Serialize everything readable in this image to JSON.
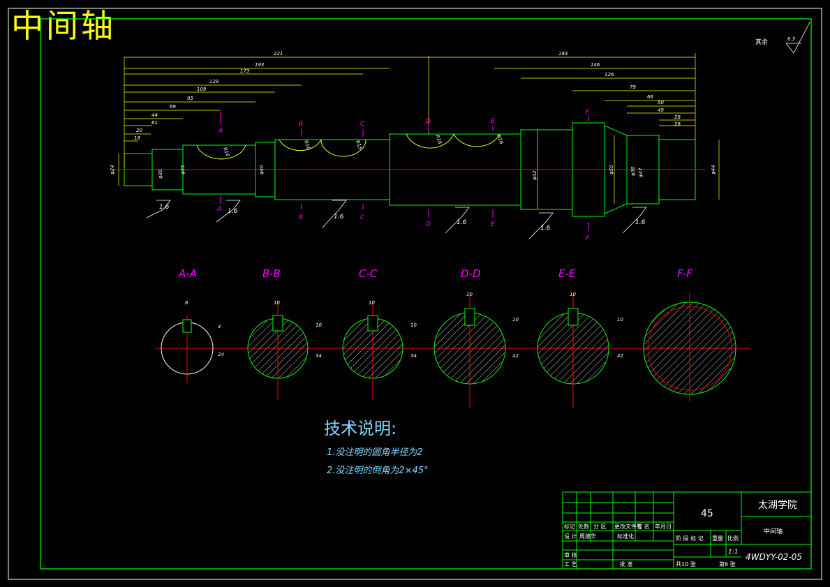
{
  "title": "中间轴",
  "surface_finish": {
    "label": "其余",
    "value": "6.3"
  },
  "dims_top": [
    "221",
    "193",
    "173",
    "129",
    "109",
    "95",
    "69",
    "44",
    "61",
    "20",
    "18"
  ],
  "dims_right": [
    "183",
    "146",
    "126",
    "79",
    "66",
    "50",
    "49",
    "28",
    "26"
  ],
  "diam_labels": [
    "φ24",
    "φ30",
    "φ35",
    "φ40",
    "φ42",
    "φ50",
    "φ47",
    "φ30",
    "φ44"
  ],
  "radius_labels": [
    "R16",
    "R16",
    "R15",
    "R16",
    "R16"
  ],
  "section_marks": [
    "A",
    "B",
    "C",
    "D",
    "E",
    "F"
  ],
  "roughness": [
    "1.6",
    "1.6",
    "1.6",
    "1.6",
    "1.6",
    "1.6"
  ],
  "sections": [
    {
      "label": "A-A",
      "key": "8",
      "depth": "4",
      "dia": "24"
    },
    {
      "label": "B-B",
      "key": "10",
      "depth": "10",
      "dia": "34"
    },
    {
      "label": "C-C",
      "key": "10",
      "depth": "10",
      "dia": "34"
    },
    {
      "label": "D-D",
      "key": "10",
      "depth": "10",
      "dia": "42"
    },
    {
      "label": "E-E",
      "key": "10",
      "depth": "10",
      "dia": "42"
    },
    {
      "label": "F-F",
      "key": "",
      "depth": "",
      "dia": ""
    }
  ],
  "notes": {
    "title": "技术说明:",
    "items": [
      "1.没注明的圆角半径为2",
      "2.没注明的倒角为2×45°"
    ]
  },
  "title_block": {
    "material": "45",
    "school": "太湖学院",
    "part_name": "中间轴",
    "scale": "1:1",
    "drawing_no": "4WDYY-02-05",
    "sheet_total": "共10 张",
    "sheet_no": "第6 张",
    "header_row": [
      "标记",
      "处数",
      "分 区",
      "更改文件号",
      "签 名",
      "年月日"
    ],
    "design_row": [
      "设 计",
      "周建华",
      "标准化"
    ],
    "stage_row": [
      "阶 段 标 记",
      "重量",
      "比例"
    ],
    "check": "审 核",
    "process": "工 艺",
    "approve": "批 准"
  },
  "colors": {
    "frame": "#00ff00",
    "center": "#ff0000",
    "text": "#ffffff",
    "label": "#ff00ff",
    "title": "#ffff00",
    "notes": "#7fd7ff"
  }
}
